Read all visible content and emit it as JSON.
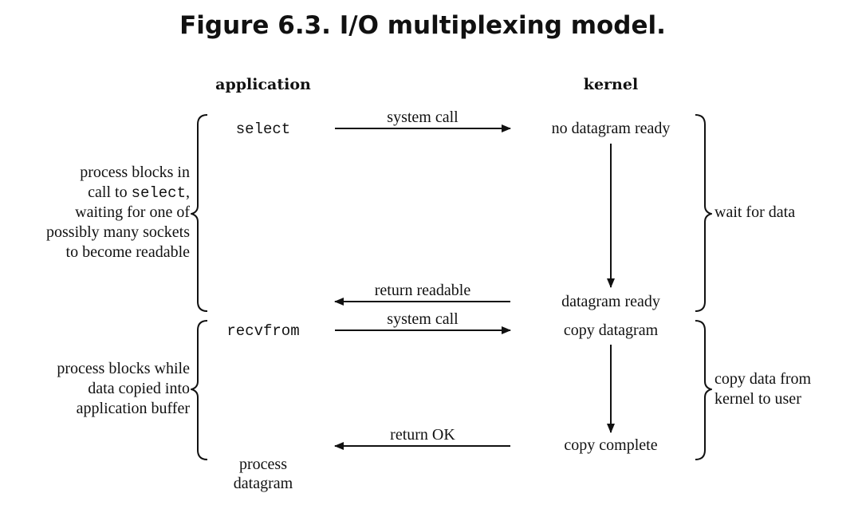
{
  "title": "Figure 6.3. I/O multiplexing model.",
  "headers": {
    "application": "application",
    "kernel": "kernel"
  },
  "app_calls": {
    "select": "select",
    "recvfrom": "recvfrom"
  },
  "arrows": {
    "system_call_1": "system call",
    "return_readable": "return readable",
    "system_call_2": "system call",
    "return_ok": "return OK"
  },
  "kernel_states": {
    "no_datagram_ready": "no datagram ready",
    "datagram_ready": "datagram ready",
    "copy_datagram": "copy datagram",
    "copy_complete": "copy complete"
  },
  "left_notes": {
    "blocks_select": {
      "l1": "process blocks in",
      "l2_prefix": "call to ",
      "l2_code": "select",
      "l2_suffix": ",",
      "l3": "waiting for one of",
      "l4": "possibly many sockets",
      "l5": "to become readable"
    },
    "blocks_copy": {
      "l1": "process blocks while",
      "l2": "data copied into",
      "l3": "application buffer"
    }
  },
  "right_notes": {
    "wait": "wait for data",
    "copy_l1": "copy data from",
    "copy_l2": "kernel to user"
  },
  "final": {
    "l1": "process",
    "l2": "datagram"
  }
}
